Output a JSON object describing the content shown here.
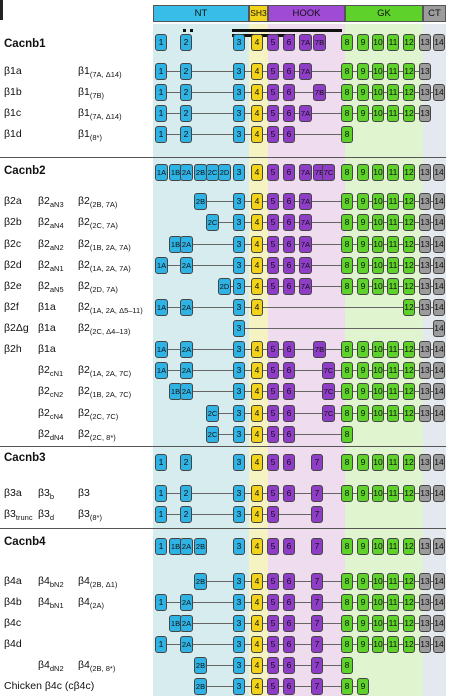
{
  "colors": {
    "blue": "#2fb2e4",
    "yellow": "#f2d31b",
    "purple": "#8f3dc6",
    "green": "#5fd12b",
    "gray": "#9c9c9c",
    "white": "#ffffff",
    "band_nt": "#d6ecef",
    "band_sh3": "#f6f3c3",
    "band_hook": "#efdcef",
    "band_gk": "#dff4cf",
    "band_ct": "#e3e9ee"
  },
  "domains": [
    {
      "label": "NT",
      "color": "#38bde8"
    },
    {
      "label": "SH3",
      "color": "#f2d31b"
    },
    {
      "label": "HOOK",
      "color": "#a04bd6"
    },
    {
      "label": "GK",
      "color": "#5fd12b"
    },
    {
      "label": "CT",
      "color": "#9c9c9c"
    }
  ],
  "genes": [
    {
      "name": "Cacnb1",
      "exons": [
        "1",
        "2",
        "3",
        "4",
        "5",
        "6",
        "7A",
        "7B",
        "8",
        "9",
        "10",
        "11",
        "12",
        "13",
        "14"
      ]
    },
    {
      "name": "Cacnb2",
      "exons": [
        "1A",
        "1B",
        "2A",
        "2B",
        "2C",
        "2D",
        "3",
        "4",
        "5",
        "6",
        "7A",
        "7B",
        "7C",
        "8",
        "9",
        "10",
        "11",
        "12",
        "13",
        "14"
      ]
    },
    {
      "name": "Cacnb3",
      "exons": [
        "1",
        "2",
        "3",
        "4",
        "5",
        "6",
        "7",
        "8",
        "9",
        "10",
        "11",
        "12",
        "13",
        "14"
      ]
    },
    {
      "name": "Cacnb4",
      "exons": [
        "1",
        "1B",
        "2A",
        "2B",
        "3",
        "4",
        "5",
        "6",
        "7",
        "8",
        "9",
        "10",
        "11",
        "12",
        "13",
        "14"
      ]
    }
  ],
  "rows": [
    {
      "a": "β1a",
      "b": "",
      "c": "β1",
      "cs": "(7A, Δ14)",
      "exons": [
        "1",
        "2",
        "3",
        "4",
        "5",
        "6",
        "7A",
        "8",
        "9",
        "10",
        "11",
        "12",
        "13"
      ]
    },
    {
      "a": "β1b",
      "b": "",
      "c": "β1",
      "cs": "(7B)",
      "exons": [
        "1",
        "2",
        "3",
        "4",
        "5",
        "6",
        "7B",
        "8",
        "9",
        "10",
        "11",
        "12",
        "13",
        "14"
      ]
    },
    {
      "a": "β1c",
      "b": "",
      "c": "β1",
      "cs": "(7A, Δ14)",
      "exons": [
        "1",
        "2",
        "3",
        "4",
        "5",
        "6",
        "7A",
        "8",
        "9",
        "10",
        "11",
        "12",
        "13"
      ]
    },
    {
      "a": "β1d",
      "b": "",
      "c": "β1",
      "cs": "(8*)",
      "exons": [
        "1",
        "2",
        "3",
        "4",
        "5",
        "6",
        "8"
      ]
    },
    {
      "a": "β2a",
      "b": "β2",
      "bs": "aN3",
      "c": "β2",
      "cs": "(2B, 7A)",
      "exons": [
        "2B",
        "3",
        "4",
        "5",
        "6",
        "7A",
        "8",
        "9",
        "10",
        "11",
        "12",
        "13",
        "14"
      ]
    },
    {
      "a": "β2b",
      "b": "β2",
      "bs": "aN4",
      "c": "β2",
      "cs": "(2C, 7A)",
      "exons": [
        "2C",
        "3",
        "4",
        "5",
        "6",
        "7A",
        "8",
        "9",
        "10",
        "11",
        "12",
        "13",
        "14"
      ]
    },
    {
      "a": "β2c",
      "b": "β2",
      "bs": "aN2",
      "c": "β2",
      "cs": "(1B, 2A, 7A)",
      "exons": [
        "1B",
        "2A",
        "3",
        "4",
        "5",
        "6",
        "7A",
        "8",
        "9",
        "10",
        "11",
        "12",
        "13",
        "14"
      ]
    },
    {
      "a": "β2d",
      "b": "β2",
      "bs": "aN1",
      "c": "β2",
      "cs": "(1A, 2A, 7A)",
      "exons": [
        "1A",
        "2A",
        "3",
        "4",
        "5",
        "6",
        "7A",
        "8",
        "9",
        "10",
        "11",
        "12",
        "13",
        "14"
      ]
    },
    {
      "a": "β2e",
      "b": "β2",
      "bs": "aN5",
      "c": "β2",
      "cs": "(2D, 7A)",
      "exons": [
        "2D",
        "3",
        "4",
        "5",
        "6",
        "7A",
        "8",
        "9",
        "10",
        "11",
        "12",
        "13",
        "14"
      ]
    },
    {
      "a": "β2f",
      "b": "β1a",
      "bs": "",
      "c": "β2",
      "cs": "(1A, 2A, Δ5–11)",
      "exons": [
        "1A",
        "2A",
        "3",
        "4",
        "12",
        "13",
        "14"
      ]
    },
    {
      "a": "β2Δg",
      "b": "β1a",
      "bs": "",
      "c": "β2",
      "cs": "(2C, Δ4–13)",
      "exons": [
        "3",
        "14"
      ]
    },
    {
      "a": "β2h",
      "b": "β1a",
      "bs": "",
      "c": "",
      "cs": "",
      "exons": [
        "1A",
        "2A",
        "3",
        "4",
        "5",
        "6",
        "7B",
        "8",
        "9",
        "10",
        "11",
        "12",
        "13",
        "14"
      ]
    },
    {
      "a": "",
      "b": "β2",
      "bs": "cN1",
      "c": "β2",
      "cs": "(1A, 2A, 7C)",
      "exons": [
        "1A",
        "2A",
        "3",
        "4",
        "5",
        "6",
        "7C",
        "8",
        "9",
        "10",
        "11",
        "12",
        "13",
        "14"
      ]
    },
    {
      "a": "",
      "b": "β2",
      "bs": "cN2",
      "c": "β2",
      "cs": "(1B, 2A, 7C)",
      "exons": [
        "1B",
        "2A",
        "3",
        "4",
        "5",
        "6",
        "7C",
        "8",
        "9",
        "10",
        "11",
        "12",
        "13",
        "14"
      ]
    },
    {
      "a": "",
      "b": "β2",
      "bs": "cN4",
      "c": "β2",
      "cs": "(2C, 7C)",
      "exons": [
        "2C",
        "3",
        "4",
        "5",
        "6",
        "7C",
        "8",
        "9",
        "10",
        "11",
        "12",
        "13",
        "14"
      ]
    },
    {
      "a": "",
      "b": "β2",
      "bs": "dN4",
      "c": "β2",
      "cs": "(2C, 8*)",
      "exons": [
        "2C",
        "3",
        "4",
        "5",
        "6",
        "8"
      ]
    },
    {
      "a": "β3a",
      "b": "β3",
      "bs": "b",
      "c": "β3",
      "cs": "",
      "exons": [
        "1",
        "2",
        "3",
        "4",
        "5",
        "6",
        "7",
        "8",
        "9",
        "10",
        "11",
        "12",
        "13",
        "14"
      ]
    },
    {
      "a": "β3",
      "as": "trunc",
      "b": "β3",
      "bs": "d",
      "c": "β3",
      "cs": "(8*)",
      "exons": [
        "1",
        "2",
        "3",
        "4",
        "5",
        "7"
      ]
    },
    {
      "a": "β4a",
      "b": "β4",
      "bs": "bN2",
      "c": "β4",
      "cs": "(2B, Δ1)",
      "exons": [
        "2B",
        "3",
        "4",
        "5",
        "6",
        "7",
        "8",
        "9",
        "10",
        "11",
        "12",
        "13",
        "14"
      ]
    },
    {
      "a": "β4b",
      "b": "β4",
      "bs": "bN1",
      "c": "β4",
      "cs": "(2A)",
      "exons": [
        "1",
        "2A",
        "3",
        "4",
        "5",
        "6",
        "7",
        "8",
        "9",
        "10",
        "11",
        "12",
        "13",
        "14"
      ]
    },
    {
      "a": "β4c",
      "b": "",
      "c": "",
      "cs": "",
      "exons": [
        "1B",
        "2A",
        "3",
        "4",
        "5",
        "6",
        "7",
        "8",
        "9",
        "10",
        "11",
        "12",
        "13",
        "14"
      ]
    },
    {
      "a": "β4d",
      "b": "",
      "c": "",
      "cs": "",
      "exons": [
        "1",
        "2A",
        "3",
        "4",
        "5",
        "6",
        "7",
        "8",
        "9",
        "10",
        "11",
        "12",
        "13",
        "14"
      ]
    },
    {
      "a": "",
      "b": "β4",
      "bs": "dN2",
      "c": "β4",
      "cs": "(2B, 8*)",
      "exons": [
        "2B",
        "3",
        "4",
        "5",
        "6",
        "7",
        "8"
      ]
    },
    {
      "a": "Chicken β4c (cβ4c)",
      "b": "",
      "c": "",
      "cs": "",
      "exons": [
        "2B",
        "3",
        "4",
        "5",
        "6",
        "7",
        "8",
        "9"
      ]
    }
  ]
}
